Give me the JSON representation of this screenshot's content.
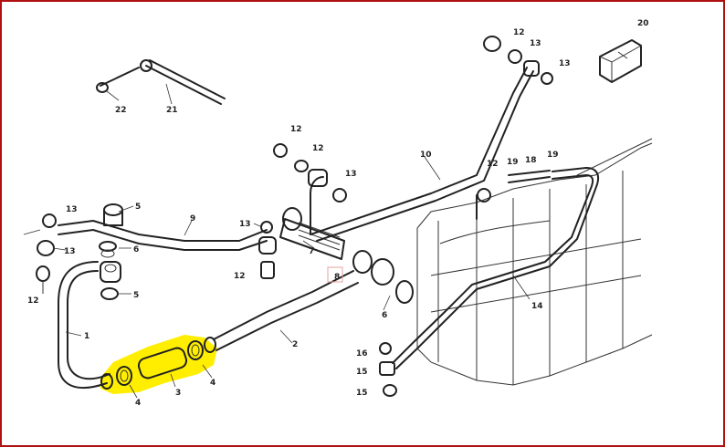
{
  "diagram": {
    "highlight_color": "#ffee00",
    "frame_color": "#b01010",
    "labels": {
      "l1": "1",
      "l2": "2",
      "l3": "3",
      "l4a": "4",
      "l4b": "4",
      "l5a": "5",
      "l5b": "5",
      "l6a": "6",
      "l6b": "6",
      "l7": "7",
      "l8": "8",
      "l9": "9",
      "l10": "10",
      "l12a": "12",
      "l12b": "12",
      "l12c": "12",
      "l12d": "12",
      "l12e": "12",
      "l12f": "12",
      "l13a": "13",
      "l13b": "13",
      "l13c": "13",
      "l13d": "13",
      "l13e": "13",
      "l13f": "13",
      "l14": "14",
      "l15a": "15",
      "l15b": "15",
      "l16": "16",
      "l18": "18",
      "l19a": "19",
      "l19b": "19",
      "l20": "20",
      "l21": "21",
      "l22": "22"
    }
  }
}
